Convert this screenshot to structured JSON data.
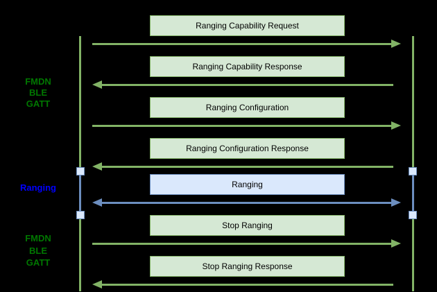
{
  "diagram": {
    "type": "sequence-diagram",
    "background": "#000000",
    "palette": {
      "green_fill": "#d5e8d4",
      "green_stroke": "#82b366",
      "blue_fill": "#dae8fc",
      "blue_stroke": "#6c8ebf",
      "label_green": "#007700",
      "label_blue": "#0000ff",
      "message_text": "#000000"
    },
    "side_labels": [
      {
        "id": "fmdn-ble-gatt-top",
        "lines": [
          "FMDN",
          "BLE",
          "GATT"
        ],
        "color": "#007700"
      },
      {
        "id": "ranging",
        "lines": [
          "Ranging"
        ],
        "color": "#0000ff"
      },
      {
        "id": "fmdn-ble-gatt-bottom",
        "lines": [
          "FMDN",
          "BLE",
          "GATT"
        ],
        "color": "#007700"
      }
    ],
    "lifelines": [
      {
        "id": "left",
        "activation_marks": 2
      },
      {
        "id": "right",
        "activation_marks": 2
      }
    ],
    "messages": [
      {
        "label": "Ranging Capability Request",
        "direction": "right",
        "color_scheme": "green"
      },
      {
        "label": "Ranging Capability Response",
        "direction": "left",
        "color_scheme": "green"
      },
      {
        "label": "Ranging Configuration",
        "direction": "right",
        "color_scheme": "green"
      },
      {
        "label": "Ranging Configuration Response",
        "direction": "left",
        "color_scheme": "green"
      },
      {
        "label": "Ranging",
        "direction": "both",
        "color_scheme": "blue"
      },
      {
        "label": "Stop Ranging",
        "direction": "right",
        "color_scheme": "green"
      },
      {
        "label": "Stop Ranging Response",
        "direction": "left",
        "color_scheme": "green"
      }
    ]
  }
}
